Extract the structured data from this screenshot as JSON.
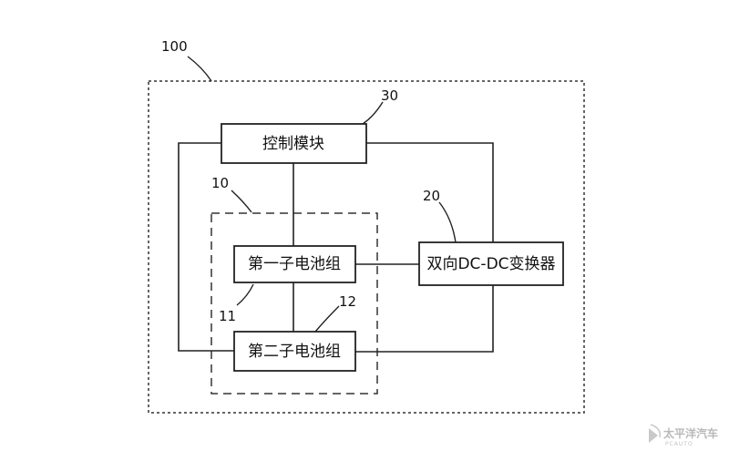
{
  "diagram": {
    "labels": {
      "system_ref": "100",
      "control_ref": "30",
      "battery_pack_ref": "10",
      "converter_ref": "20",
      "first_sub_ref": "11",
      "second_sub_ref": "12"
    },
    "boxes": {
      "control_module": "控制模块",
      "first_sub_battery": "第一子电池组",
      "second_sub_battery": "第二子电池组",
      "converter": "双向DC-DC变换器"
    }
  },
  "watermark": {
    "main": "太平洋汽车",
    "sub": "PCAUTO"
  }
}
